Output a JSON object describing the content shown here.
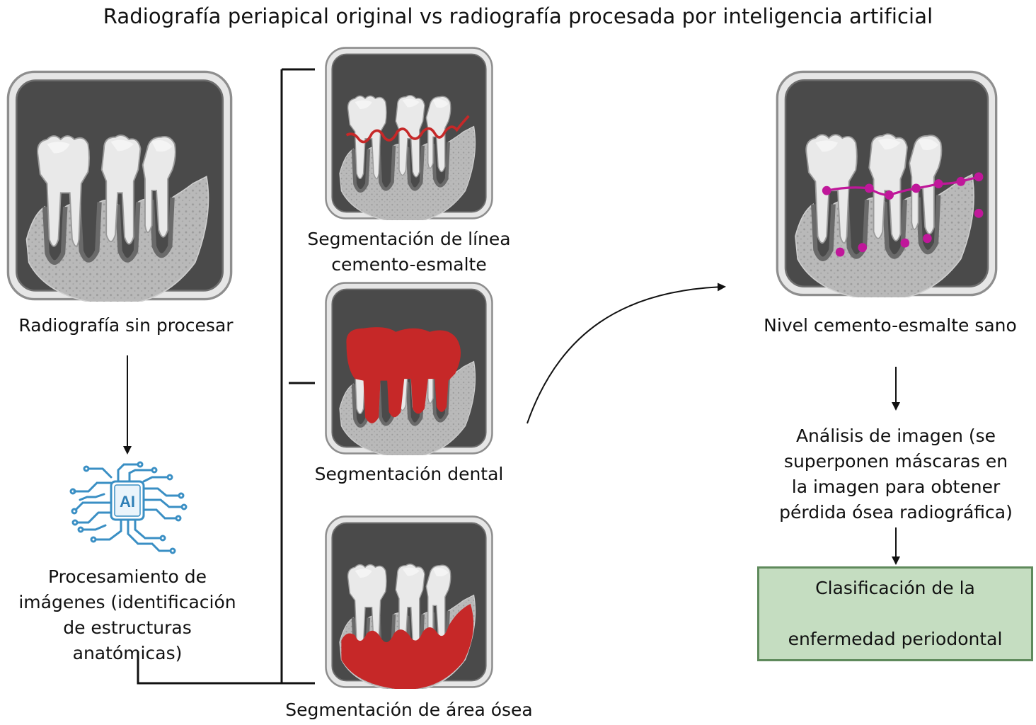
{
  "title": "Radiografía periapical original vs radiografía procesada por inteligencia artificial",
  "nodes": {
    "raw": {
      "label": "Radiografía sin procesar",
      "overlay": "none"
    },
    "ai": {
      "chip_text": "AI",
      "label_lines": [
        "Procesamiento de",
        "imágenes (identificación",
        "de estructuras anatómicas)"
      ],
      "icon": "ai-brain-icon"
    },
    "seg_cej": {
      "label_lines": [
        "Segmentación de línea",
        "cemento-esmalte"
      ],
      "overlay": "red-line"
    },
    "seg_dental": {
      "label": "Segmentación dental",
      "overlay": "red-teeth"
    },
    "seg_bone": {
      "label": "Segmentación de área ósea",
      "overlay": "red-bone"
    },
    "cej_healthy": {
      "label": "Nivel cemento-esmalte sano",
      "overlay": "magenta-points"
    },
    "analysis": {
      "label_lines": [
        "Análisis de imagen (se",
        "superponen máscaras en",
        "la imagen para obtener",
        "pérdida ósea radiográfica)"
      ]
    },
    "classification": {
      "label_lines": [
        "Clasificación de la",
        "enfermedad periodontal"
      ]
    }
  },
  "colors": {
    "frame_outer": "#e6e6e6",
    "frame_inner": "#4a4a4a",
    "mask_red": "#c62828",
    "point_magenta": "#c0179a",
    "ai_blue": "#3a8fc4",
    "class_fill": "#c5ddc1",
    "class_border": "#5f8a5c"
  }
}
